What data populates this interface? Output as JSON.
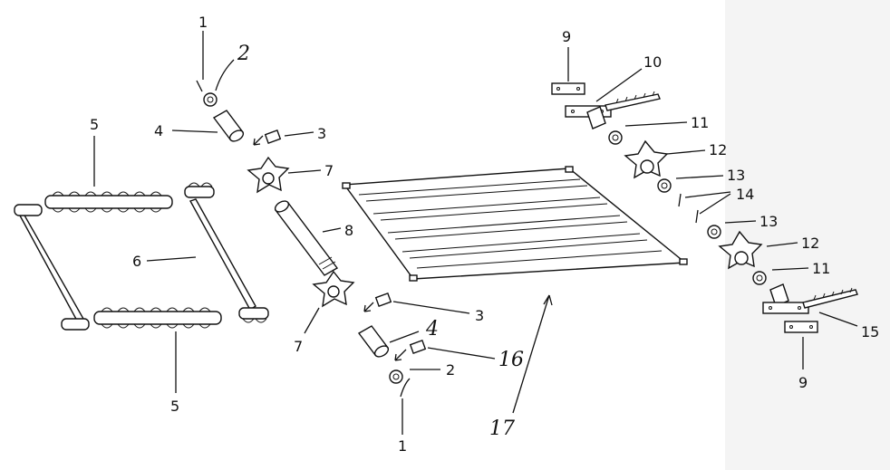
{
  "labels": {
    "l1_top": "1",
    "l2_top": "2",
    "l3_top": "3",
    "l4_top": "4",
    "l5_top": "5",
    "l6": "6",
    "l7_top": "7",
    "l8": "8",
    "l7_bot": "7",
    "l3_bot": "3",
    "l4_bot": "4",
    "l16": "16",
    "l2_bot": "2",
    "l1_bot": "1",
    "l5_bot": "5",
    "l17": "17",
    "l9_top": "9",
    "l10": "10",
    "l11_top": "11",
    "l12_top": "12",
    "l13_top": "13",
    "l14": "14",
    "l13_bot": "13",
    "l12_bot": "12",
    "l11_bot": "11",
    "l15": "15",
    "l9_bot": "9"
  }
}
